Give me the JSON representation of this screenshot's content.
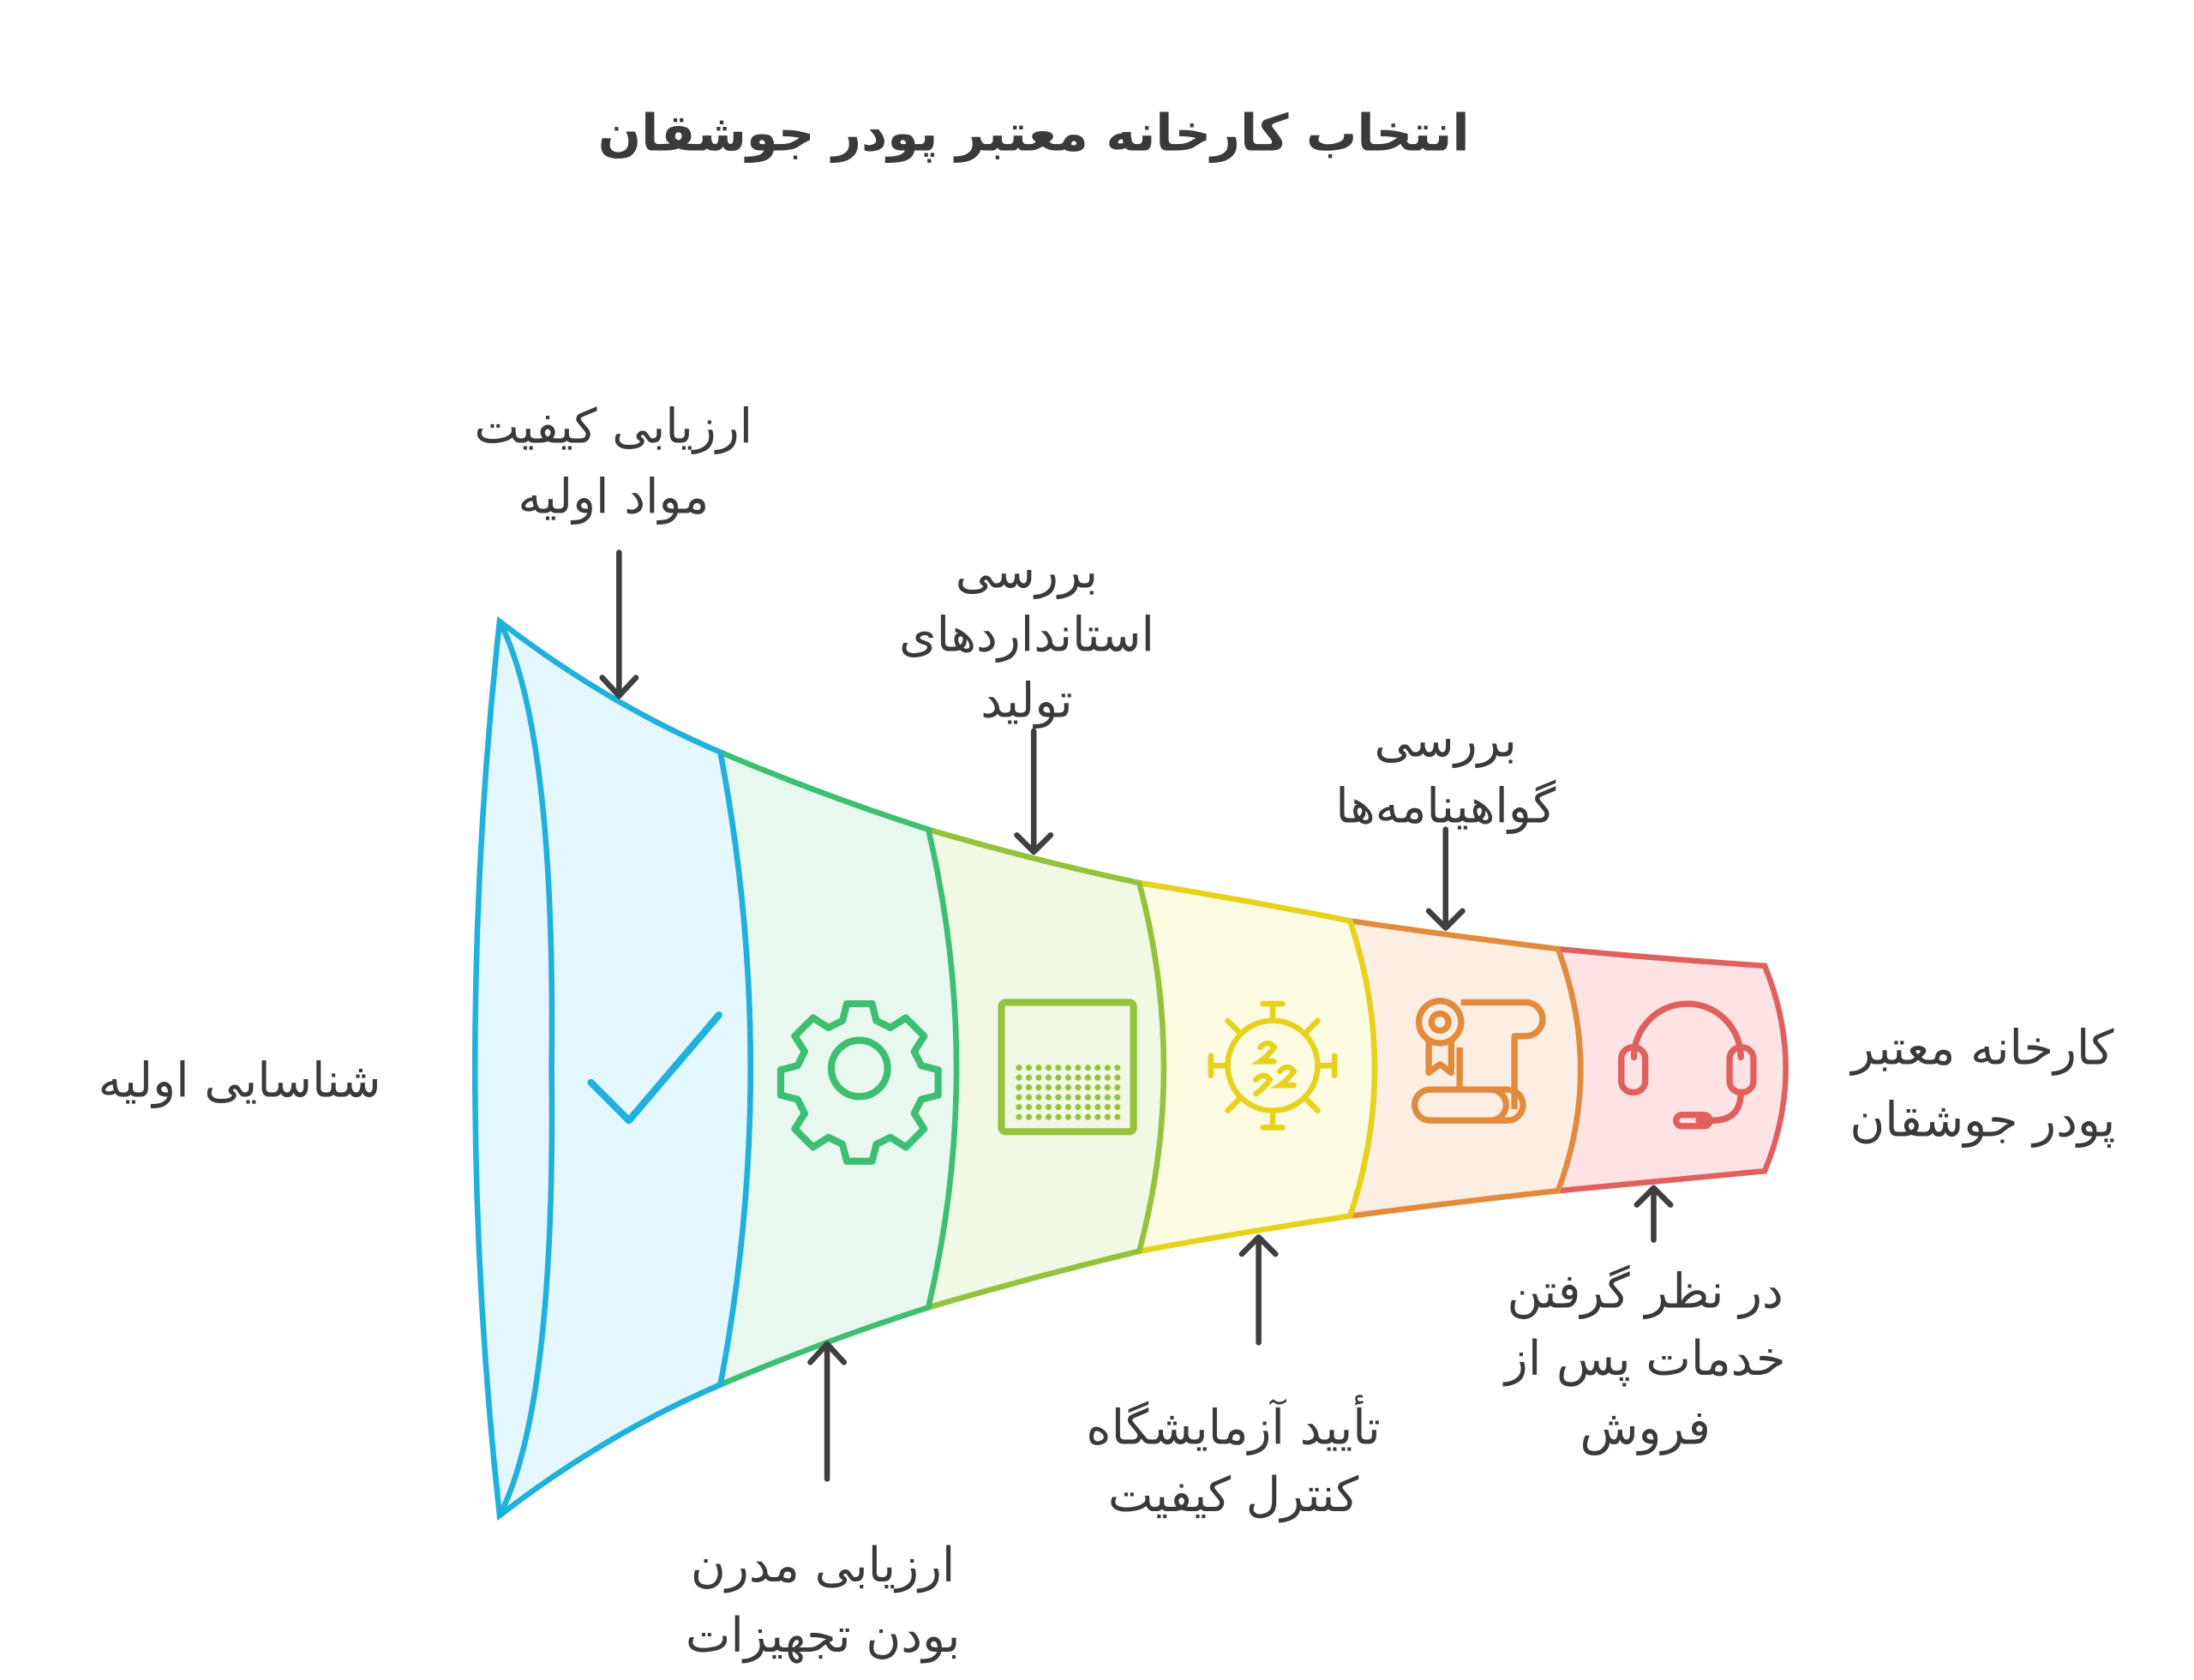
{
  "title": "انتخاب کارخانه معتبر پودر جوشقان",
  "stages": [
    {
      "name": "start",
      "label": [
        "شناسایی اولیه"
      ],
      "icon": "none"
    },
    {
      "name": "raw-material",
      "label": [
        "ارزیابی کیفیت",
        "مواد اولیه"
      ],
      "icon": "checkmark-icon",
      "color": "#1fb0dc",
      "fill": "#e4f7fd"
    },
    {
      "name": "equipment",
      "label": [
        "ارزیابی مدرن",
        "بودن تجهیزات"
      ],
      "icon": "gear-icon",
      "color": "#3dbe72",
      "fill": "#e8f8ee"
    },
    {
      "name": "standards",
      "label": [
        "بررسی",
        "استانداردهای",
        "تولید"
      ],
      "icon": "powder-box-icon",
      "color": "#95c23c",
      "fill": "#f1f8e4"
    },
    {
      "name": "lab",
      "label": [
        "تأیید آزمایشگاه",
        "کنترل کیفیت"
      ],
      "icon": "virus-icon",
      "color": "#e6d21c",
      "fill": "#fdfbe2"
    },
    {
      "name": "certificates",
      "label": [
        "بررسی",
        "گواهینامه‌ها"
      ],
      "icon": "certificate-scroll-icon",
      "color": "#e28b3c",
      "fill": "#fdeee3"
    },
    {
      "name": "after-sales",
      "label": [
        "در نظر گرفتن",
        "خدمات پس از",
        "فروش"
      ],
      "icon": "headset-icon",
      "color": "#e0605e",
      "fill": "#fde3e3"
    }
  ],
  "end_label": [
    "کارخانه معتبر",
    "پودر جوشقان"
  ]
}
